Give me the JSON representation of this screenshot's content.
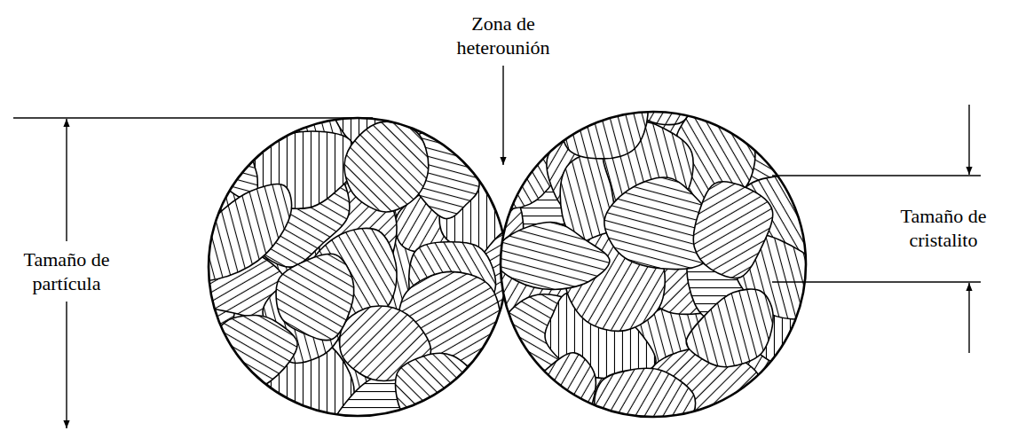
{
  "diagram": {
    "labels": [
      "Zona de heterounión",
      "Tamaño de partícula",
      "Tamaño de cristalito"
    ]
  }
}
